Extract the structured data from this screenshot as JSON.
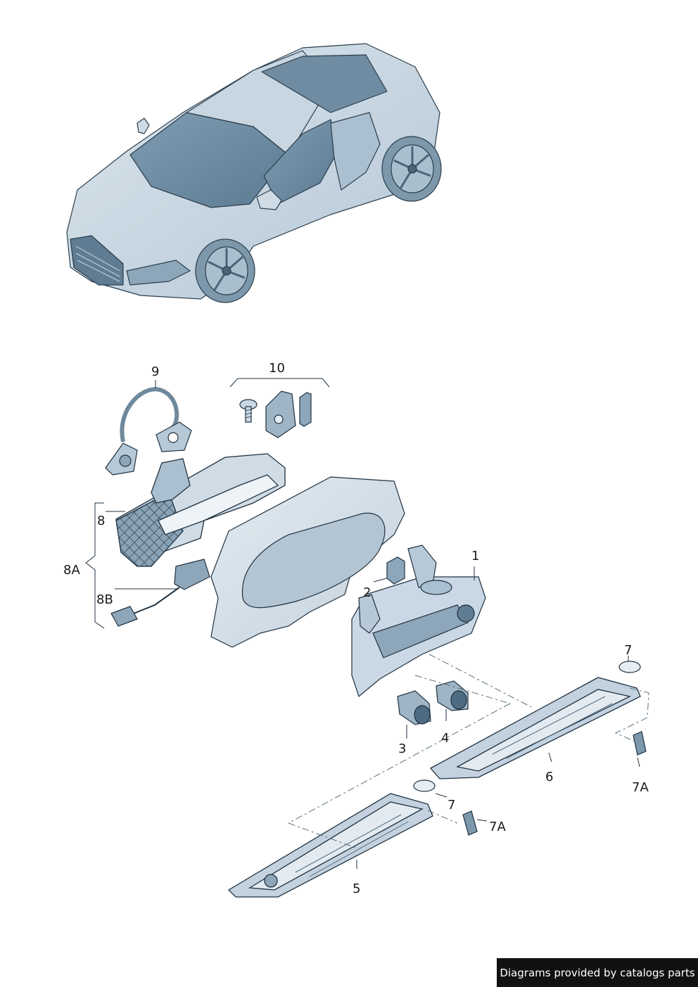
{
  "callouts": {
    "p1": "1",
    "p2": "2",
    "p3": "3",
    "p4": "4",
    "p5": "5",
    "p6": "6",
    "p7_upper": "7",
    "p7_lower": "7",
    "p7A_upper": "7A",
    "p7A_lower": "7A",
    "p8": "8",
    "p8A": "8A",
    "p8B": "8B",
    "p9": "9",
    "p10": "10"
  },
  "footer": {
    "text": "Diagrams provided by catalogs parts"
  },
  "colors": {
    "part_fill": "#c9d8e4",
    "part_dark": "#8ea6b9",
    "outline": "#1f3140",
    "dashed_leader": "#5a7283",
    "footer_bg": "#111111"
  }
}
